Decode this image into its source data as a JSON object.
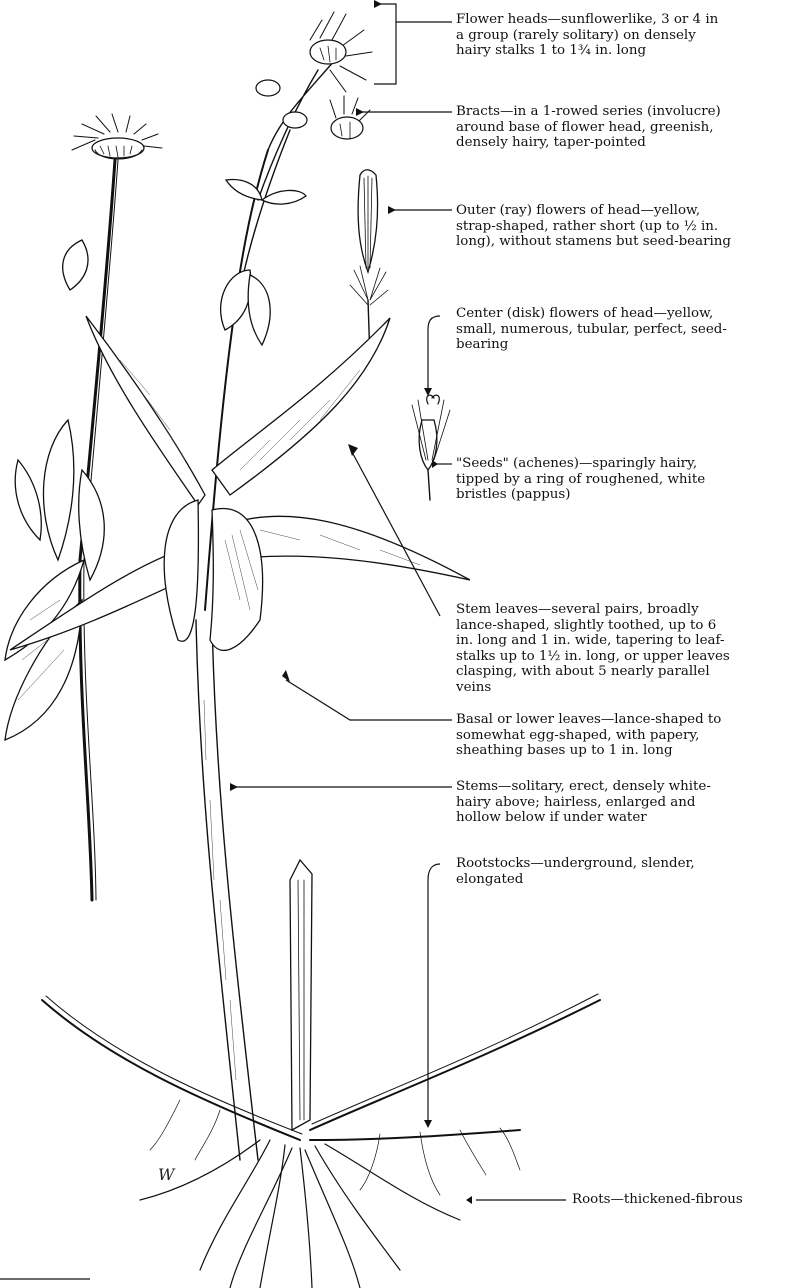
{
  "labels": [
    {
      "id": "flower-heads",
      "lines": [
        "Flower heads—sunflowerlike, 3 or 4 in",
        "a group (rarely solitary) on densely",
        "hairy stalks 1 to 1¾ in. long"
      ]
    },
    {
      "id": "bracts",
      "lines": [
        "Bracts—in a 1-rowed series (involucre)",
        "around base of flower head, greenish,",
        "densely hairy, taper-pointed"
      ]
    },
    {
      "id": "ray-flowers",
      "lines": [
        "Outer (ray) flowers of head—yellow,",
        "strap-shaped, rather short (up to ½ in.",
        "long), without stamens but seed-bearing"
      ]
    },
    {
      "id": "disk-flowers",
      "lines": [
        "Center (disk) flowers of head—yellow,",
        "small, numerous, tubular, perfect, seed-",
        "bearing"
      ]
    },
    {
      "id": "seeds",
      "lines": [
        "\"Seeds\" (achenes)—sparingly hairy,",
        "tipped by a ring of roughened, white",
        "bristles (pappus)"
      ]
    },
    {
      "id": "stem-leaves",
      "lines": [
        "Stem leaves—several pairs, broadly",
        "lance-shaped, slightly toothed, up to 6",
        "in. long and 1 in. wide, tapering to leaf-",
        "stalks up to 1½ in. long, or upper leaves",
        "clasping, with about 5 nearly parallel",
        "veins"
      ]
    },
    {
      "id": "basal-leaves",
      "lines": [
        "Basal or lower leaves—lance-shaped to",
        "somewhat egg-shaped, with papery,",
        "sheathing bases up to 1 in. long"
      ]
    },
    {
      "id": "stems",
      "lines": [
        "Stems—solitary, erect, densely white-",
        "hairy above; hairless, enlarged and",
        "hollow below if under water"
      ]
    },
    {
      "id": "rootstocks",
      "lines": [
        "Rootstocks—underground, slender,",
        "elongated"
      ]
    },
    {
      "id": "roots",
      "lines": [
        "Roots—thickened-fibrous"
      ]
    }
  ]
}
